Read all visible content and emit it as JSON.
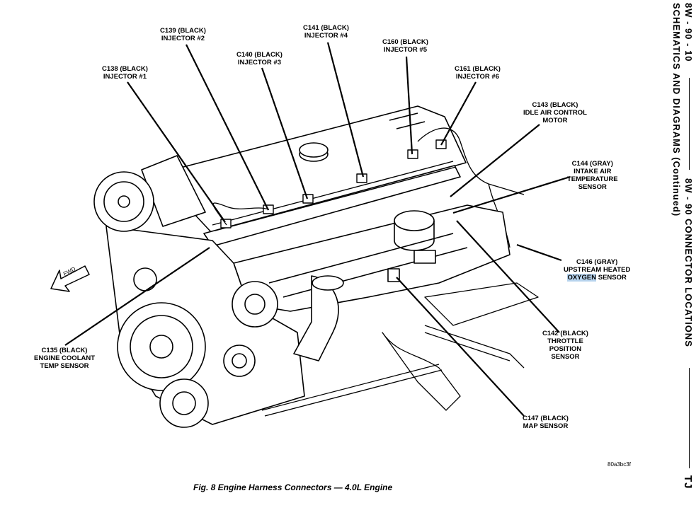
{
  "figure": {
    "caption": "Fig. 8 Engine Harness Connectors — 4.0L Engine",
    "code": "80a3bc3f",
    "fwd_label": "FWD"
  },
  "sidebar": {
    "page_id": "8W - 90 - 10",
    "title": "SCHEMATICS AND DIAGRAMS (Continued)",
    "section": "8W - 90 CONNECTOR LOCATIONS",
    "model": "TJ"
  },
  "callouts": {
    "c138": [
      "C138 (BLACK)",
      "INJECTOR #1"
    ],
    "c139": [
      "C139 (BLACK)",
      "INJECTOR #2"
    ],
    "c140": [
      "C140 (BLACK)",
      "INJECTOR #3"
    ],
    "c141": [
      "C141 (BLACK)",
      "INJECTOR #4"
    ],
    "c160": [
      "C160 (BLACK)",
      "INJECTOR #5"
    ],
    "c161": [
      "C161 (BLACK)",
      "INJECTOR #6"
    ],
    "c143": [
      "C143 (BLACK)",
      "IDLE AIR CONTROL",
      "MOTOR"
    ],
    "c144": [
      "C144 (GRAY)",
      "INTAKE AIR",
      "TEMPERATURE",
      "SENSOR"
    ],
    "c146": [
      "C146 (GRAY)",
      "UPSTREAM HEATED",
      "OXYGEN",
      "SENSOR"
    ],
    "c142": [
      "C142 (BLACK)",
      "THROTTLE",
      "POSITION",
      "SENSOR"
    ],
    "c147": [
      "C147 (BLACK)",
      "MAP SENSOR"
    ],
    "c135": [
      "C135 (BLACK)",
      "ENGINE COOLANT",
      "TEMP SENSOR"
    ]
  },
  "colors": {
    "ink": "#000000",
    "paper": "#ffffff",
    "selection": "#b8d4ee"
  }
}
